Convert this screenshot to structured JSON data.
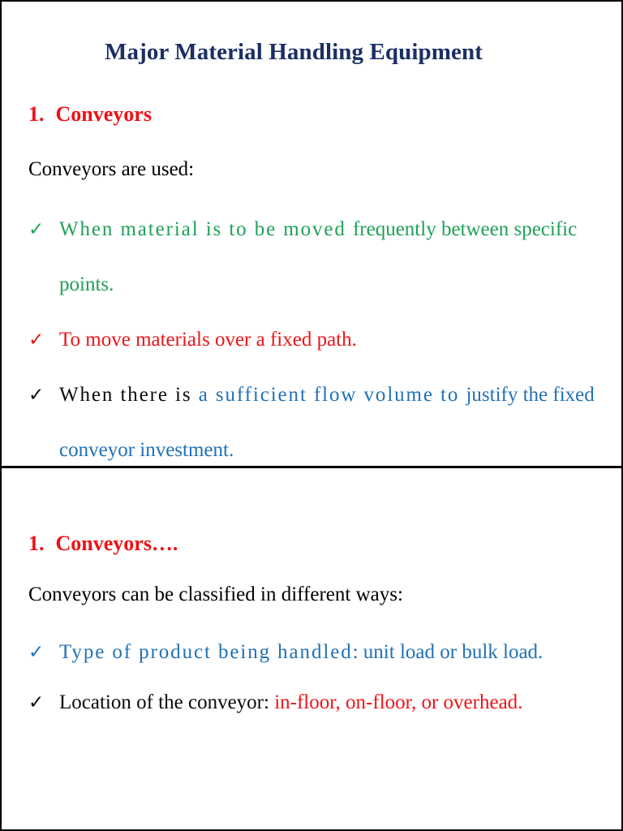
{
  "deck": {
    "title": "Major Material Handling Equipment",
    "colors": {
      "title_navy": "#1b2f63",
      "heading_red": "#ef1116",
      "bullet_green": "#1ea157",
      "bullet_blue": "#2171b5",
      "bullet_red": "#ee1418",
      "body_black": "#0a0a0a",
      "rule_black": "#000000",
      "page_background": "#ffffff"
    }
  },
  "slides": [
    {
      "heading_number": "1.",
      "heading_text": "Conveyors",
      "lead_in": "Conveyors are used:",
      "bullets": [
        {
          "tick": "check-mark",
          "tick_color": "green",
          "runs": [
            {
              "text": "When material is to be moved ",
              "color": "green",
              "spacing": "wide"
            },
            {
              "text": "frequently between specific points.",
              "color": "green",
              "spacing": "normal"
            }
          ],
          "plain_text": "When material is to be moved frequently between specific points."
        },
        {
          "tick": "check-mark",
          "tick_color": "red",
          "runs": [
            {
              "text": "To move materials over a fixed path.",
              "color": "red",
              "spacing": "normal"
            }
          ],
          "plain_text": "To move materials over a fixed path."
        },
        {
          "tick": "check-mark",
          "tick_color": "black",
          "runs": [
            {
              "text": "When there is ",
              "color": "black",
              "spacing": "wide"
            },
            {
              "text": "a sufficient flow volume to ",
              "color": "blue",
              "spacing": "wide"
            },
            {
              "text": "justify the fixed conveyor investment.",
              "color": "blue",
              "spacing": "normal"
            }
          ],
          "plain_text": "When there is a sufficient flow volume to justify the fixed conveyor investment."
        }
      ]
    },
    {
      "heading_number": "1.",
      "heading_text": "Conveyors….",
      "lead_in": "Conveyors can be classified in different ways:",
      "bullets": [
        {
          "tick": "check-mark",
          "tick_color": "blue",
          "runs": [
            {
              "text": "Type of product being handled",
              "color": "blue",
              "spacing": "wide"
            },
            {
              "text": ": unit load or bulk load.",
              "color": "blue",
              "spacing": "normal"
            }
          ],
          "plain_text": "Type of product being handled: unit load or bulk load."
        },
        {
          "tick": "check-mark",
          "tick_color": "black",
          "runs": [
            {
              "text": "Location of the conveyor: ",
              "color": "black",
              "spacing": "normal"
            },
            {
              "text": "in-floor, on-floor, or overhead.",
              "color": "red",
              "spacing": "normal"
            }
          ],
          "plain_text": "Location of the conveyor: in-floor, on-floor, or overhead."
        }
      ]
    }
  ],
  "glyphs": {
    "check_mark": "✓"
  }
}
